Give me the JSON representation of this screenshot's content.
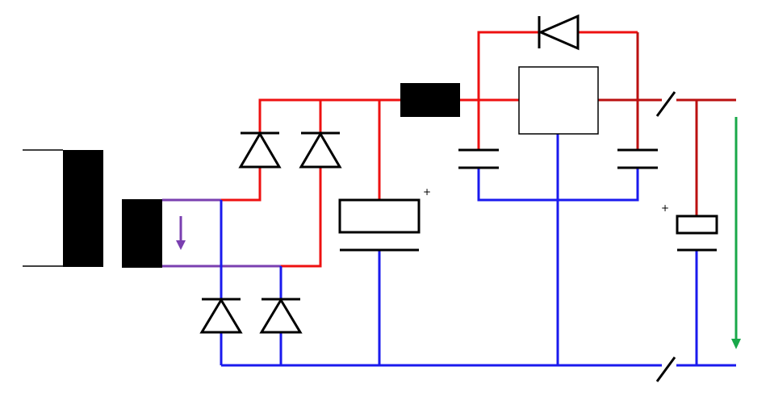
{
  "diagram": {
    "type": "circuit-schematic",
    "labels": {
      "cap_main_polarity": "+",
      "cap_output_polarity": "+"
    },
    "colors": {
      "positive_wire": "#ee1111",
      "positive_wire_dark": "#bb1010",
      "ground_wire": "#1a1aee",
      "ac_wire": "#7a3fb0",
      "ac_arrow": "#7a3fb0",
      "output_arrow": "#19a84a",
      "component": "#000000"
    },
    "components": [
      {
        "name": "transformer-primary",
        "kind": "inductor-core"
      },
      {
        "name": "transformer-secondary",
        "kind": "inductor-core"
      },
      {
        "name": "bridge-diode-top-left",
        "kind": "diode"
      },
      {
        "name": "bridge-diode-top-right",
        "kind": "diode"
      },
      {
        "name": "bridge-diode-bottom-left",
        "kind": "diode"
      },
      {
        "name": "bridge-diode-bottom-right",
        "kind": "diode"
      },
      {
        "name": "filter-capacitor-main",
        "kind": "electrolytic-capacitor"
      },
      {
        "name": "fuse-or-resistor",
        "kind": "resistor"
      },
      {
        "name": "voltage-regulator",
        "kind": "ic-block"
      },
      {
        "name": "protection-diode",
        "kind": "diode"
      },
      {
        "name": "input-capacitor",
        "kind": "capacitor"
      },
      {
        "name": "output-capacitor",
        "kind": "capacitor"
      },
      {
        "name": "output-electrolytic-capacitor",
        "kind": "electrolytic-capacitor"
      }
    ]
  }
}
